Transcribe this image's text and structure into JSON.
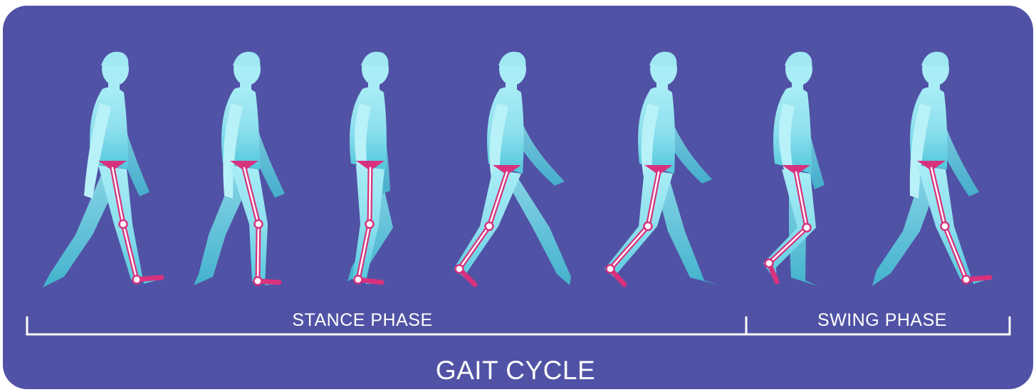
{
  "labels": {
    "stance_phase": "STANCE PHASE",
    "swing_phase": "SWING PHASE",
    "gait_cycle": "GAIT CYCLE"
  },
  "colors": {
    "background": "#5052a5",
    "figure_top": "#a7ecf5",
    "figure_bottom": "#52c9dc",
    "leg_highlight": "#d8327e",
    "bracket": "#ffffff"
  },
  "figures": [
    {
      "step": 1,
      "phase": "stance"
    },
    {
      "step": 2,
      "phase": "stance"
    },
    {
      "step": 3,
      "phase": "stance"
    },
    {
      "step": 4,
      "phase": "stance"
    },
    {
      "step": 5,
      "phase": "stance"
    },
    {
      "step": 6,
      "phase": "swing"
    },
    {
      "step": 7,
      "phase": "swing"
    }
  ]
}
